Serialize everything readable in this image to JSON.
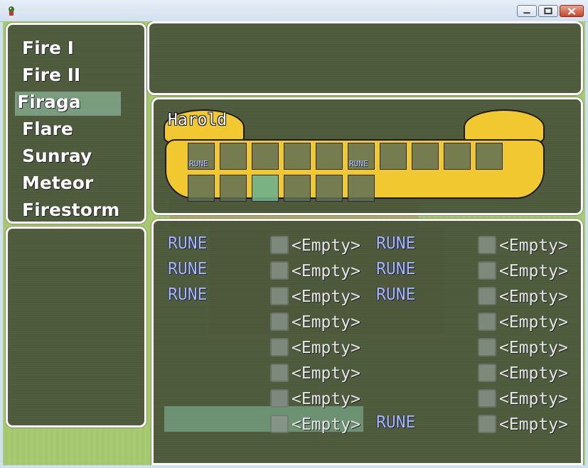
{
  "window": {
    "controls": [
      "minimize-icon",
      "maximize-icon",
      "close-icon"
    ]
  },
  "spells": {
    "items": [
      "Fire I",
      "Fire II",
      "Firaga",
      "Flare",
      "Sunray",
      "Meteor",
      "Firestorm"
    ],
    "selected_index": 2
  },
  "slots": {
    "character": "Harold",
    "row1": [
      "RUNE",
      "",
      "",
      "",
      "",
      "RUNE",
      "",
      "",
      "",
      ""
    ],
    "row2": [
      "",
      "",
      "",
      "",
      "",
      ""
    ]
  },
  "runes": {
    "left_labels": [
      "RUNE",
      "RUNE",
      "RUNE",
      "",
      "",
      "",
      "",
      ""
    ],
    "left_values": [
      "<Empty>",
      "<Empty>",
      "<Empty>",
      "<Empty>",
      "<Empty>",
      "<Empty>",
      "<Empty>",
      "<Empty>"
    ],
    "right_labels": [
      "RUNE",
      "RUNE",
      "RUNE",
      "",
      "",
      "",
      "",
      "RUNE"
    ],
    "right_values": [
      "<Empty>",
      "<Empty>",
      "<Empty>",
      "<Empty>",
      "<Empty>",
      "<Empty>",
      "<Empty>",
      "<Empty>"
    ]
  },
  "colors": {
    "scroll": "#f2c830",
    "panel": "#46523a",
    "rune_text": "#a7b8ff"
  }
}
